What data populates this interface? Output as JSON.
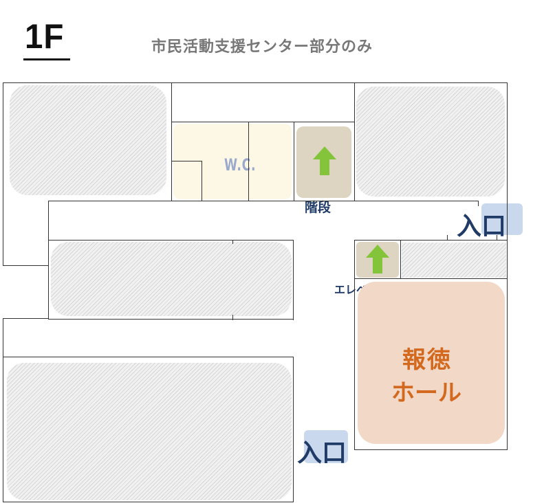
{
  "header": {
    "floor": "1F",
    "subtitle": "市民活動支援センター部分のみ"
  },
  "rooms": {
    "wc": "W.C.",
    "stairs": "階段",
    "elevator": "エレベーター",
    "hall_line1": "報徳",
    "hall_line2": "ホール",
    "entrance_right": "入口",
    "entrance_bottom": "入口"
  },
  "colors": {
    "wc_fill": "#fdf8e6",
    "stairs_fill": "#ddd5c2",
    "arrow": "#84c43a",
    "hall_fill": "#f2d8c6",
    "hall_text": "#d2691e",
    "entrance_fill": "#c9d8ec",
    "label_text": "#1f3b66",
    "wc_text": "#9aa9cc"
  },
  "icons": {
    "stairs_arrow": "up-arrow-icon",
    "elevator_arrow": "up-arrow-icon"
  }
}
